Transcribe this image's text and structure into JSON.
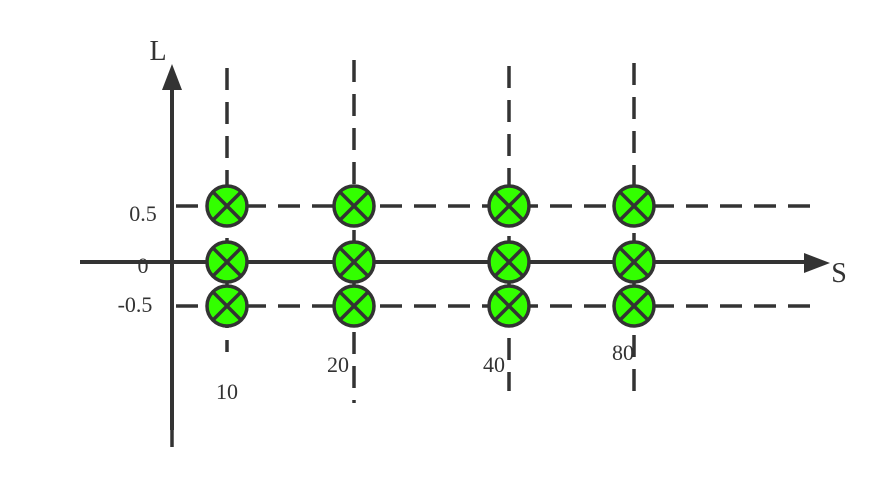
{
  "axes": {
    "vertical_name": "L",
    "horizontal_name": "S"
  },
  "l_ticks": [
    {
      "label": "0.5",
      "value": 0.5
    },
    {
      "label": "0",
      "value": 0
    },
    {
      "label": "-0.5",
      "value": -0.5
    }
  ],
  "s_ticks": [
    {
      "label": "10",
      "value": 10
    },
    {
      "label": "20",
      "value": 20
    },
    {
      "label": "40",
      "value": 40
    },
    {
      "label": "80",
      "value": 80
    }
  ],
  "markers": {
    "s_values": [
      10,
      20,
      40,
      80
    ],
    "l_values": [
      0.5,
      0,
      -0.5
    ],
    "fill": "#33ff00",
    "stroke": "#333333",
    "symbol": "circle-x-icon"
  },
  "colors": {
    "ink": "#333333",
    "background": "#ffffff",
    "marker_fill": "#33ff00"
  }
}
